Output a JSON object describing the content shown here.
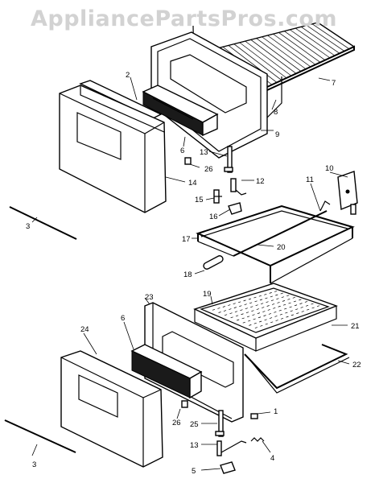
{
  "watermark": "AppliancePartsPros.com",
  "labels": {
    "p1": "1",
    "p2": "2",
    "p3a": "3",
    "p3b": "3",
    "p4": "4",
    "p5": "5",
    "p6a": "6",
    "p6b": "6",
    "p7": "7",
    "p8": "8",
    "p9": "9",
    "p10": "10",
    "p11": "11",
    "p12": "12",
    "p13a": "13",
    "p13b": "13",
    "p14": "14",
    "p15": "15",
    "p16": "16",
    "p17": "17",
    "p18": "18",
    "p19": "19",
    "p20": "20",
    "p21": "21",
    "p22": "22",
    "p23": "23",
    "p24": "24",
    "p25": "25",
    "p26a": "26",
    "p26b": "26"
  }
}
